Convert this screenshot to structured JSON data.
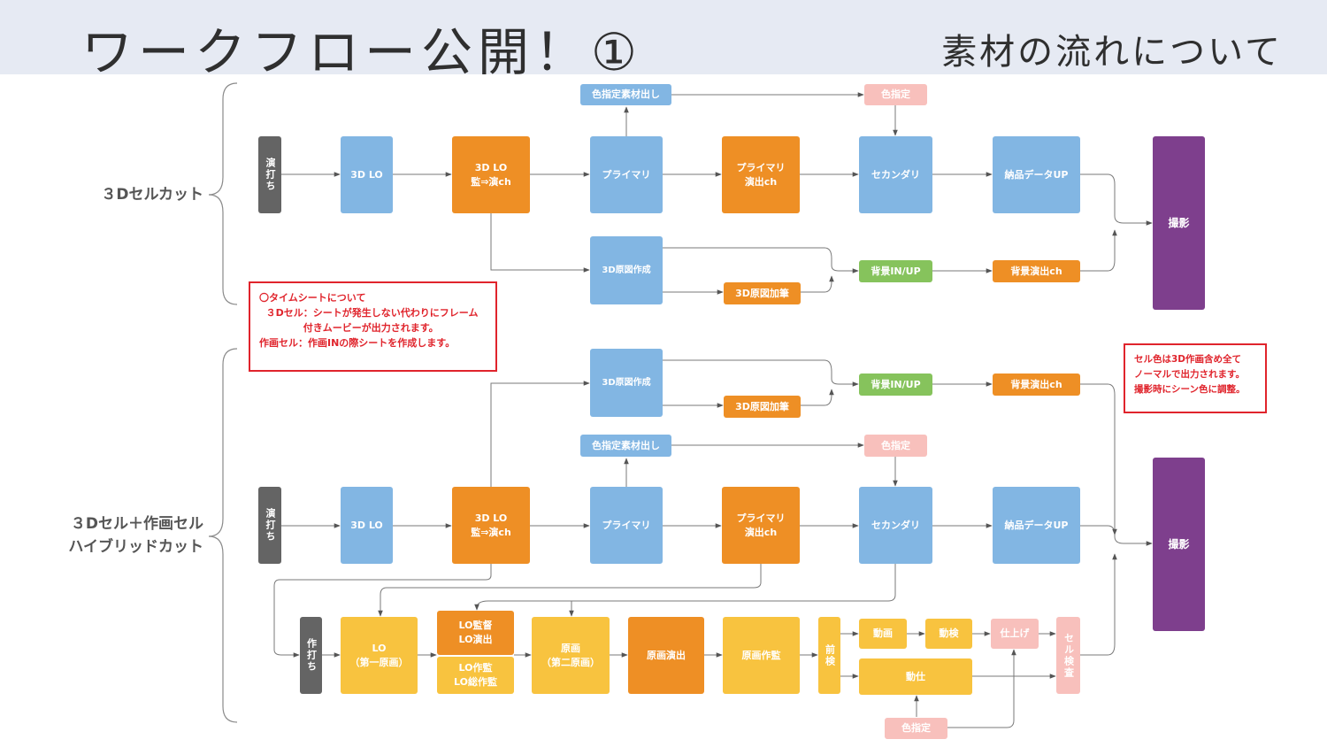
{
  "header": {
    "title": "ワークフロー公開！①",
    "subtitle": "素材の流れについて"
  },
  "sections": {
    "top_label": "３Dセルカット",
    "bottom_label": "３Dセル＋作画セル\nハイブリッドカット"
  },
  "notes": {
    "timesheet": "〇タイムシートについて\n  ３Dセル：シートが発生しない代わりにフレーム\n             付きムービーが出力されます。\n作画セル：作画INの際シートを作成します。",
    "cell_color": "セル色は3D作画含め全て\nノーマルで出力されます。\n撮影時にシーン色に調整。"
  },
  "top": {
    "enuchi": "演打ち",
    "lo3d": "3D LO",
    "lo3d_check": "3D LO\n監⇒演ch",
    "primary": "プライマリ",
    "primary_ch": "プライマリ\n演出ch",
    "secondary": "セカンダリ",
    "delivery": "納品データUP",
    "color_material": "色指定素材出し",
    "color_spec": "色指定",
    "genzu": "3D原図作成",
    "genzu_pen": "3D原図加筆",
    "bg_inup": "背景IN/UP",
    "bg_ch": "背景演出ch",
    "satsuei": "撮影"
  },
  "bottom": {
    "genzu": "3D原図作成",
    "genzu_pen": "3D原図加筆",
    "bg_inup": "背景IN/UP",
    "bg_ch": "背景演出ch",
    "color_material": "色指定素材出し",
    "color_spec": "色指定",
    "enuchi": "演打ち",
    "lo3d": "3D LO",
    "lo3d_check": "3D LO\n監⇒演ch",
    "primary": "プライマリ",
    "primary_ch": "プライマリ\n演出ch",
    "secondary": "セカンダリ",
    "delivery": "納品データUP",
    "satsuei": "撮影",
    "sakuuchi": "作打ち",
    "lo": "LO\n（第一原画）",
    "lo_kantoku": "LO監督\nLO演出",
    "lo_sakkan": "LO作監\nLO総作監",
    "genga": "原画\n（第二原画）",
    "genga_ensyutsu": "原画演出",
    "genga_sakkan": "原画作監",
    "maken": "前検",
    "douga": "動画",
    "douken": "動検",
    "shiage": "仕上げ",
    "cell_kensa": "セル検査",
    "doushi": "動仕",
    "color_spec2": "色指定"
  }
}
